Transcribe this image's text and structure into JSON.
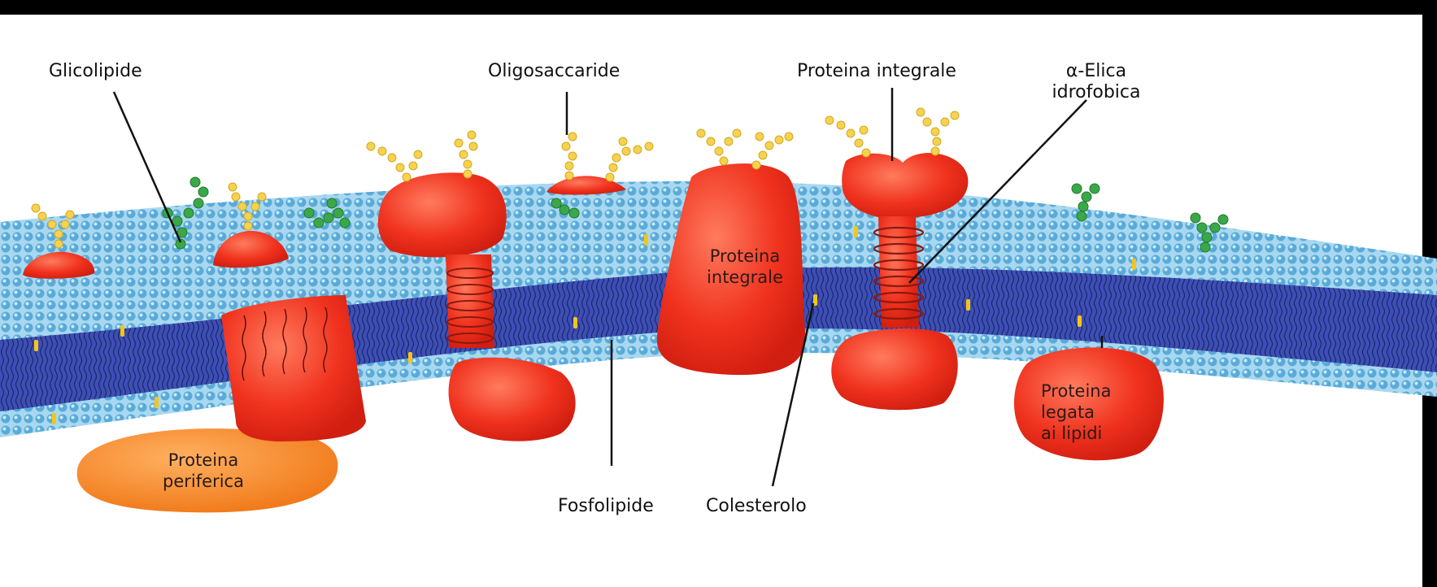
{
  "diagram": {
    "colors": {
      "outer_membrane": "#8ecae8",
      "head_bead": "#5aaad8",
      "core": "#3d4fb5",
      "protein": "#f0321e",
      "peripheral": "#f5821e",
      "sugar": "#f5d250",
      "glyco_green": "#3aa84a",
      "cholesterol": "#f5c518"
    },
    "labels": {
      "glicolipide": "Glicolipide",
      "oligosaccaride": "Oligosaccaride",
      "proteina_integrale_top": "Proteina integrale",
      "alfa_elica_1": "α-Elica",
      "alfa_elica_2": "idrofobica",
      "proteina_integrale_inner_1": "Proteina",
      "proteina_integrale_inner_2": "integrale",
      "proteina_periferica_1": "Proteina",
      "proteina_periferica_2": "periferica",
      "proteina_legata_1": "Proteina",
      "proteina_legata_2": "legata",
      "proteina_legata_3": "ai lipidi",
      "fosfolipide": "Fosfolipide",
      "colesterolo": "Colesterolo"
    }
  }
}
